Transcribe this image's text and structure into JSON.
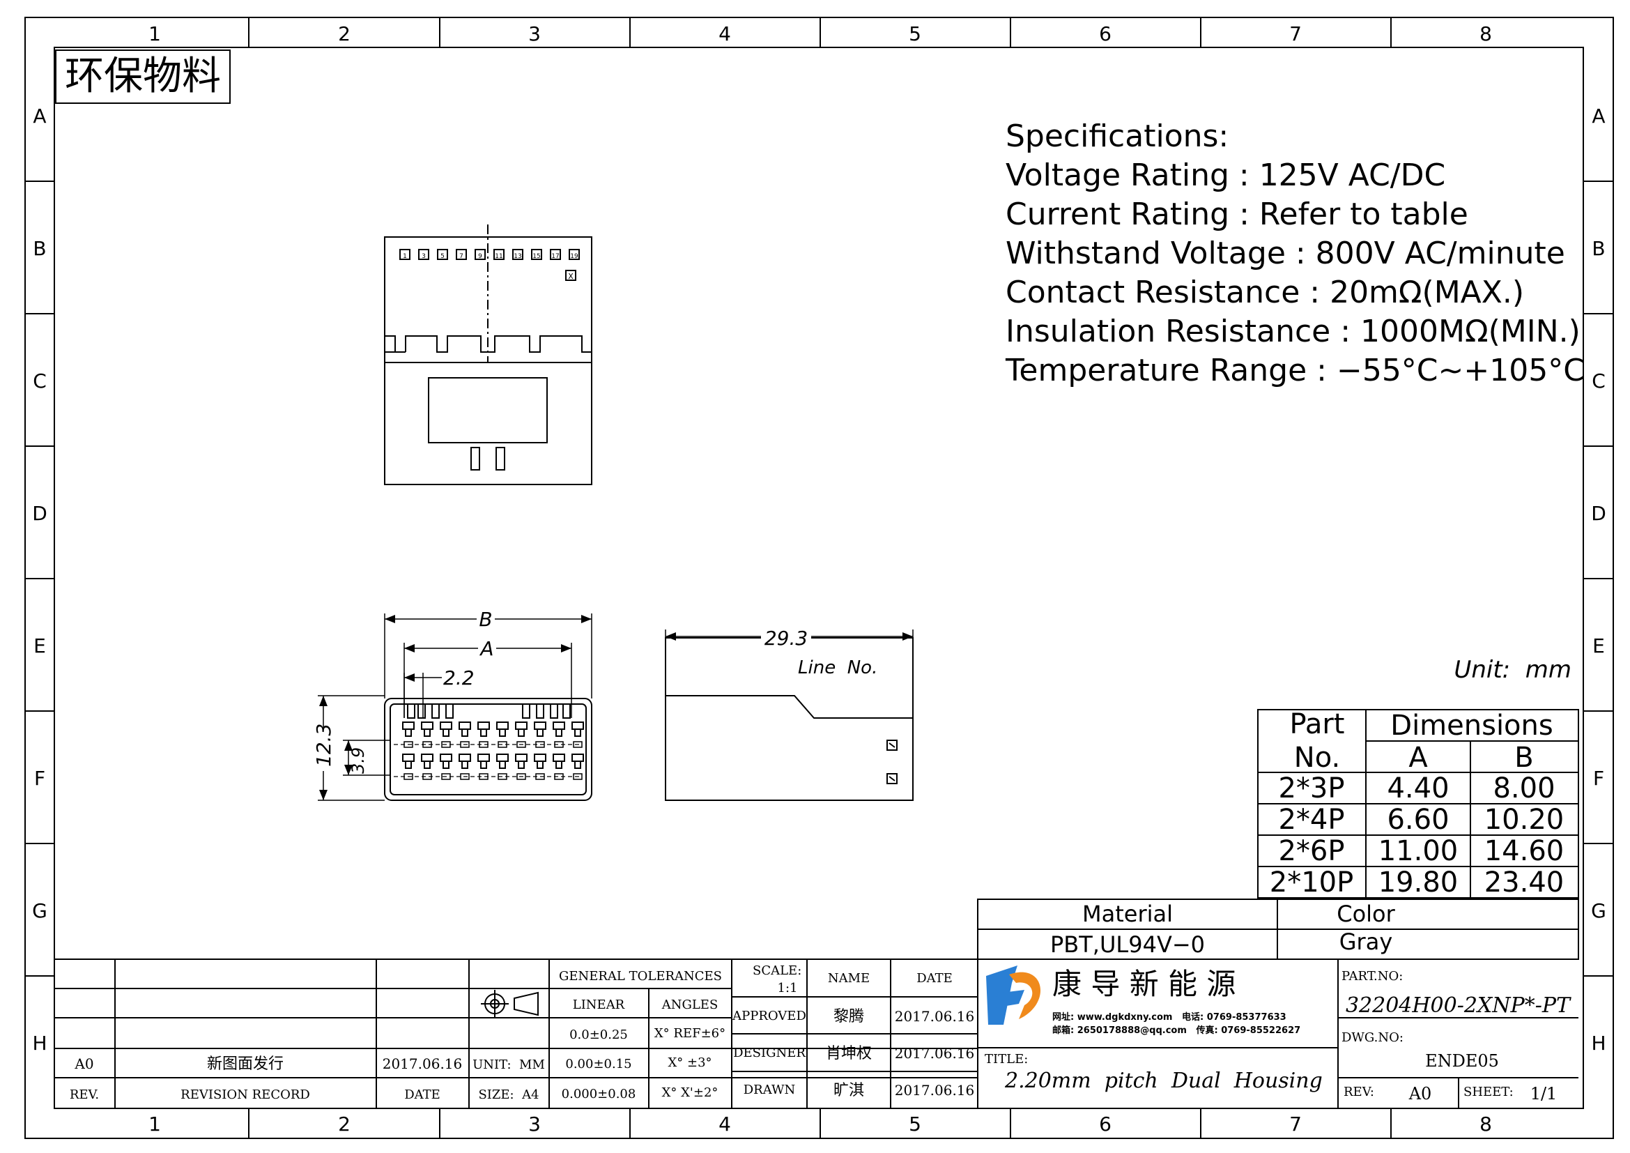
{
  "frame": {
    "columns": [
      "1",
      "2",
      "3",
      "4",
      "5",
      "6",
      "7",
      "8"
    ],
    "rows": [
      "A",
      "B",
      "C",
      "D",
      "E",
      "F",
      "G",
      "H"
    ]
  },
  "stamp": "环保物料",
  "specs": {
    "heading": "Specifications:",
    "lines": [
      "Voltage  Rating  :  125V  AC/DC",
      "Current  Rating  :  Refer  to  table",
      "Withstand  Voltage  :  800V  AC/minute",
      "Contact  Resistance  :  20mΩ(MAX.)",
      "Insulation  Resistance  :  1000MΩ(MIN.)",
      "Temperature  Range  :  −55°C~+105°C"
    ]
  },
  "drawing": {
    "top_view": {
      "pin_labels": [
        "1",
        "3",
        "5",
        "7",
        "9",
        "11",
        "13",
        "15",
        "17",
        "19"
      ],
      "corner_label": "X"
    },
    "front_view": {
      "dim_b": "B",
      "dim_a": "A",
      "dim_pitch": "2.2",
      "dim_height": "12.3",
      "dim_row": "3.9"
    },
    "side_view": {
      "dim_length": "29.3",
      "note": "Line  No."
    }
  },
  "unit_label": "Unit:  mm",
  "dimension_table": {
    "header_part": [
      "Part",
      "No."
    ],
    "header_dims": "Dimensions",
    "col_a": "A",
    "col_b": "B",
    "rows": [
      {
        "part": "2*3P",
        "a": "4.40",
        "b": "8.00"
      },
      {
        "part": "2*4P",
        "a": "6.60",
        "b": "10.20"
      },
      {
        "part": "2*6P",
        "a": "11.00",
        "b": "14.60"
      },
      {
        "part": "2*10P",
        "a": "19.80",
        "b": "23.40"
      }
    ]
  },
  "material": {
    "label": "Material",
    "value": "PBT,UL94V−0",
    "color_label": "Color",
    "color_value": "Gray"
  },
  "title_block": {
    "revision": {
      "rev": "A0",
      "record": "新图面发行",
      "date": "2017.06.16",
      "col_rev": "REV.",
      "col_record": "REVISION RECORD",
      "col_date": "DATE"
    },
    "units": {
      "unit": "UNIT:  MM",
      "size": "SIZE:  A4"
    },
    "tolerances": {
      "title": "GENERAL TOLERANCES",
      "linear": "LINEAR",
      "angles": "ANGLES",
      "rows": [
        {
          "l": "0.0±0.25",
          "a": "X°  REF±6°"
        },
        {
          "l": "0.00±0.15",
          "a": "X°  ±3°"
        },
        {
          "l": "0.000±0.08",
          "a": "X°  X'±2°"
        }
      ]
    },
    "scale_label": "SCALE:",
    "scale_value": "1:1",
    "name_col": "NAME",
    "date_col": "DATE",
    "people": [
      {
        "role": "APPROVED",
        "name": "黎腾",
        "date": "2017.06.16"
      },
      {
        "role": "DESIGNER",
        "name": "肖坤权",
        "date": "2017.06.16"
      },
      {
        "role": "DRAWN",
        "name": "旷淇",
        "date": "2017.06.16"
      }
    ],
    "company": {
      "name": "康 导 新 能 源",
      "contact1": "网址: www.dgkdxny.com   电话: 0769-85377633",
      "contact2": "邮箱: 2650178888@qq.com   传真: 0769-85522627"
    },
    "title_label": "TITLE:",
    "title_value": "2.20mm  pitch  Dual  Housing",
    "part_no_label": "PART.NO:",
    "part_no": "32204H00-2XNP*-PT",
    "dwg_no_label": "DWG.NO:",
    "dwg_no": "ENDE05",
    "rev_label": "REV:",
    "rev_value": "A0",
    "sheet_label": "SHEET:",
    "sheet_value": "1/1"
  }
}
